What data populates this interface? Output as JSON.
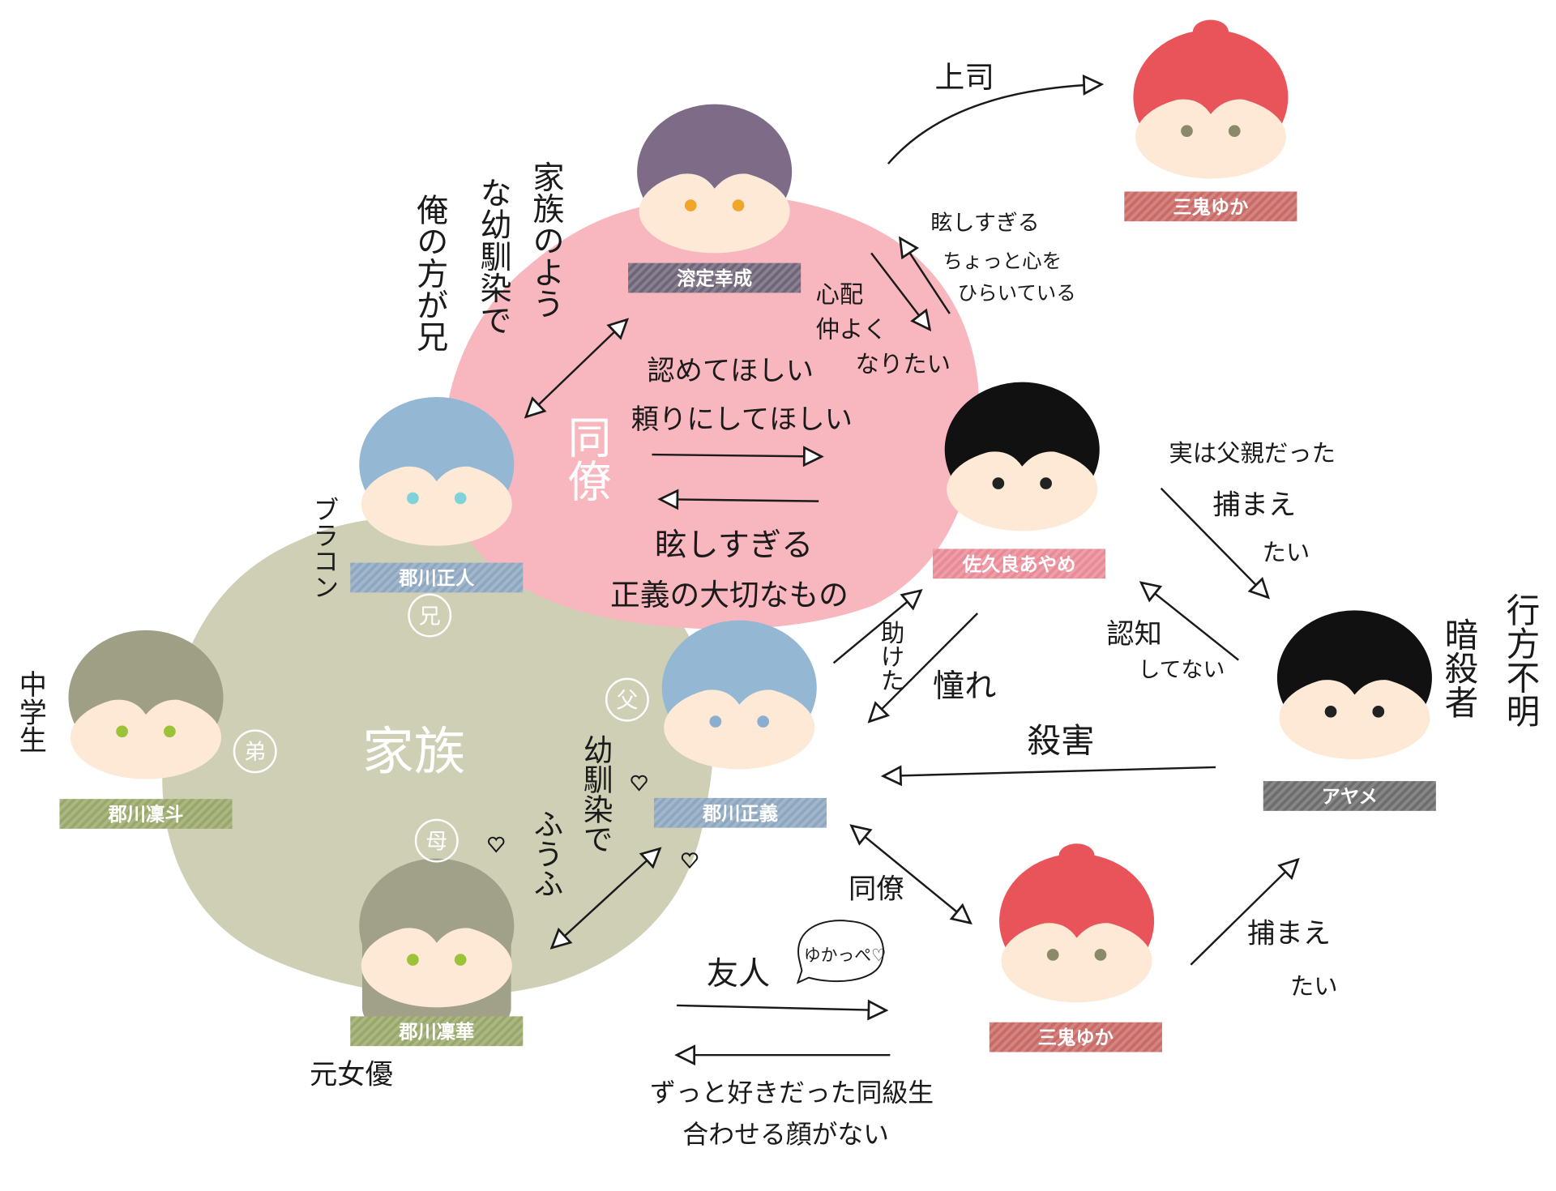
{
  "groups": {
    "colleagues": {
      "label": "同僚",
      "color": "#f8b6be"
    },
    "family": {
      "label": "家族",
      "color": "#cfcfb6"
    }
  },
  "characters": [
    {
      "id": "yukinari",
      "name": "溶定幸成",
      "hair": "#7d6b87",
      "eyes": "#f0a62a",
      "label_color": "#6f6578"
    },
    {
      "id": "yuka_top",
      "name": "三鬼ゆか",
      "hair": "#e8545a",
      "eyes": "#8a8a6a",
      "label_color": "#c96a66"
    },
    {
      "id": "masato",
      "name": "郡川正人",
      "hair": "#94b8d3",
      "eyes": "#7fd3d8",
      "label_color": "#8ea7c0"
    },
    {
      "id": "ayame_s",
      "name": "佐久良あやめ",
      "hair": "#111111",
      "eyes": "#222222",
      "label_color": "#e98a97"
    },
    {
      "id": "rinto",
      "name": "郡川凜斗",
      "hair": "#9e9f84",
      "eyes": "#9cc23a",
      "label_color": "#99a86a"
    },
    {
      "id": "masayoshi",
      "name": "郡川正義",
      "hair": "#94b8d3",
      "eyes": "#8aaed0",
      "label_color": "#8ea7c0"
    },
    {
      "id": "ayame",
      "name": "アヤメ",
      "hair": "#111111",
      "eyes": "#222222",
      "label_color": "#6d6d6d"
    },
    {
      "id": "rinka",
      "name": "郡川凜華",
      "hair": "#a1a088",
      "eyes": "#9cc23a",
      "label_color": "#99a86a"
    },
    {
      "id": "yuka_bottom",
      "name": "三鬼ゆか",
      "hair": "#e8545a",
      "eyes": "#8a8a6a",
      "label_color": "#c96a66"
    }
  ],
  "badges": {
    "older_brother": "兄",
    "younger_brother": "弟",
    "father": "父",
    "mother": "母"
  },
  "notes": {
    "boss": "上司",
    "too_bright_1": "眩しすぎる",
    "opening_heart_1": "ちょっと心を",
    "opening_heart_2": "ひらいている",
    "worry": "心配",
    "get_along_1": "仲よく",
    "get_along_2": "なりたい",
    "im_older": "俺の方が兄",
    "childhood_friend_like": "な幼馴染で",
    "like_family": "家族のよう",
    "want_recognition": "認めてほしい",
    "want_reliance": "頼りにしてほしい",
    "too_bright_2": "眩しすぎる",
    "precious_to_masayoshi": "正義の大切なもの",
    "brocon": "ブラコン",
    "middle_schooler": "中学生",
    "childhood_friends": "幼馴染で",
    "married": "ふうふ",
    "former_actress": "元女優",
    "saved": "助けた",
    "admiration": "憧れ",
    "actually_father": "実は父親だった",
    "want_catch_1a": "捕まえ",
    "want_catch_1b": "たい",
    "not_acknowledged_1": "認知",
    "not_acknowledged_2": "してない",
    "murder": "殺害",
    "assassin": "暗殺者",
    "missing": "行方不明",
    "colleague_2": "同僚",
    "want_catch_2a": "捕まえ",
    "want_catch_2b": "たい",
    "friend": "友人",
    "nickname_bubble": "ゆかっぺ♡",
    "classmate_love": "ずっと好きだった同級生",
    "cant_face": "合わせる顔がない"
  }
}
